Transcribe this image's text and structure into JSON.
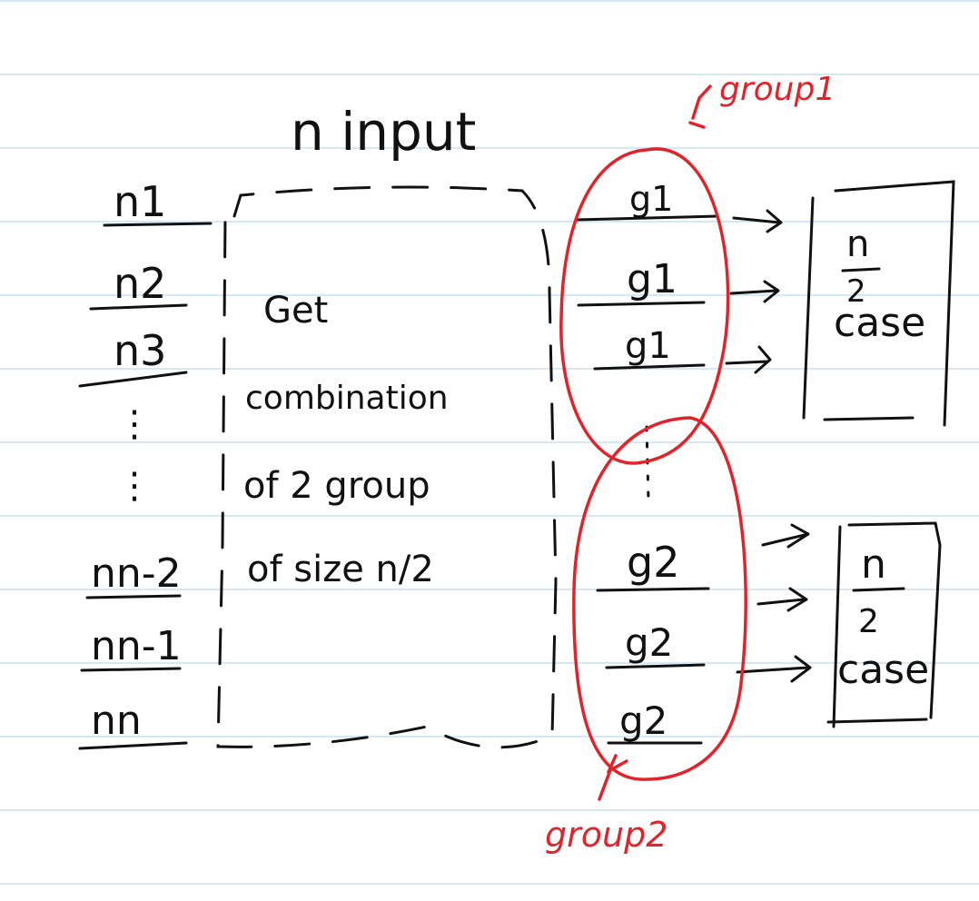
{
  "title": "n input",
  "inputs": [
    "n1",
    "n2",
    "n3",
    "⋮",
    "⋮",
    "nn-2",
    "nn-1",
    "nn"
  ],
  "process": {
    "lines": [
      "Get",
      "combination",
      "of 2 group",
      "of size n/2"
    ]
  },
  "group1": {
    "label": "group1",
    "items": [
      "g1",
      "g1",
      "g1"
    ]
  },
  "group2": {
    "label": "group2",
    "items": [
      "g2",
      "g2",
      "g2"
    ]
  },
  "case_top": {
    "numerator": "n",
    "denominator": "2",
    "label": "case"
  },
  "case_bottom": {
    "numerator": "n",
    "denominator": "2",
    "label": "case"
  },
  "colors": {
    "paper": "#ffffff",
    "ruled_line": "#d6e8f5",
    "ink": "#111111",
    "annotation": "#e0242b"
  }
}
